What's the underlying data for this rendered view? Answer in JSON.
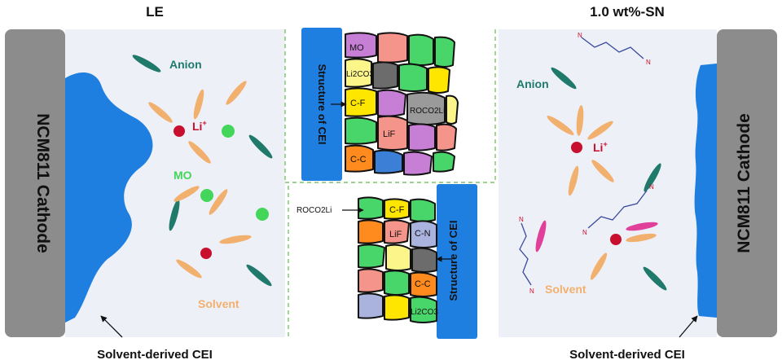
{
  "left_panel": {
    "title": "LE",
    "cathode_label": "NCM811 Cathode",
    "anion_label": "Anion",
    "li_label": "Li",
    "li_sup": "+",
    "mo_label": "MO",
    "solvent_label": "Solvent",
    "cei_label": "Solvent-derived CEI"
  },
  "right_panel": {
    "title": "1.0 wt%-SN",
    "cathode_label": "NCM811 Cathode",
    "anion_label": "Anion",
    "li_label": "Li",
    "li_sup": "+",
    "solvent_label": "Solvent",
    "cei_label": "Solvent-derived CEI",
    "n_label": "N"
  },
  "cei_top": {
    "side_label": "Structure of CEI",
    "labels": {
      "mo": "MO",
      "li2co3": "Li2CO3",
      "cf": "C-F",
      "rocoli": "ROCO2Li",
      "lif": "LiF",
      "cc": "C-C"
    }
  },
  "cei_bottom": {
    "side_label": "Structure of CEI",
    "labels": {
      "rocoli": "ROCO2Li",
      "cf": "C-F",
      "cn": "C-N",
      "lif": "LiF",
      "cc": "C-C",
      "li2co3": "Li2CO3"
    }
  },
  "colors": {
    "cathode_gray": "#8c8c8c",
    "cei_blue": "#1e7fe0",
    "anion_teal": "#1f7a6b",
    "solvent_orange": "#f2b06e",
    "li_red": "#c8102e",
    "mo_green": "#43d65a",
    "sn_pink": "#e0409a",
    "panel_bg": "#eef0f8",
    "divider_green": "#7cc36a"
  }
}
